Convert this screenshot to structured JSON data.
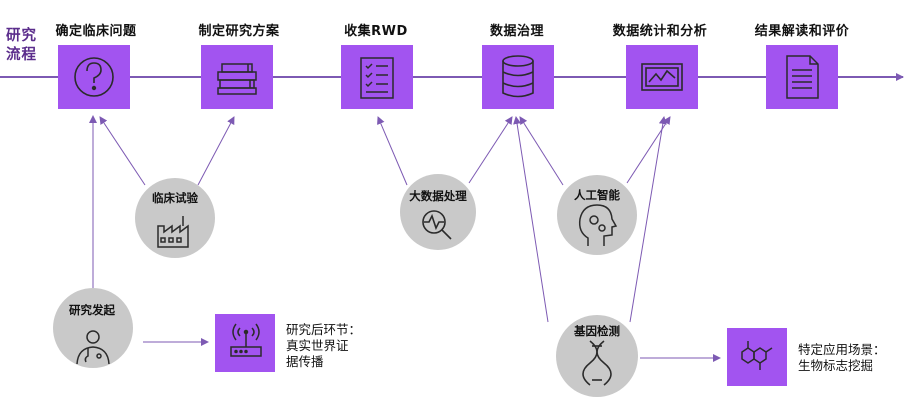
{
  "title": [
    "研究",
    "流程"
  ],
  "colors": {
    "purple": "#a254f0",
    "purple_dark": "#5b2d8c",
    "arrow": "#7d5ab3",
    "circle": "#c9c9c9",
    "icon": "#2b2b2b"
  },
  "stages": [
    {
      "label": "确定临床问题",
      "icon": "question-icon"
    },
    {
      "label": "制定研究方案",
      "icon": "books-icon"
    },
    {
      "label": "收集RWD",
      "icon": "checklist-icon"
    },
    {
      "label": "数据治理",
      "icon": "database-icon"
    },
    {
      "label": "数据统计和分析",
      "icon": "monitor-chart-icon"
    },
    {
      "label": "结果解读和评价",
      "icon": "document-icon"
    }
  ],
  "support": [
    {
      "label": "临床试验",
      "icon": "factory-icon"
    },
    {
      "label": "大数据处理",
      "icon": "magnifier-pulse-icon"
    },
    {
      "label": "人工智能",
      "icon": "head-gears-icon"
    },
    {
      "label": "研究发起",
      "icon": "doctor-icon"
    },
    {
      "label": "基因检测",
      "icon": "dna-icon"
    }
  ],
  "outputs": [
    {
      "lines": [
        "研究后环节：",
        "真实世界证",
        "据传播"
      ],
      "icon": "router-icon"
    },
    {
      "lines": [
        "特定应用场景：",
        "生物标志挖掘"
      ],
      "icon": "molecule-icon"
    }
  ]
}
